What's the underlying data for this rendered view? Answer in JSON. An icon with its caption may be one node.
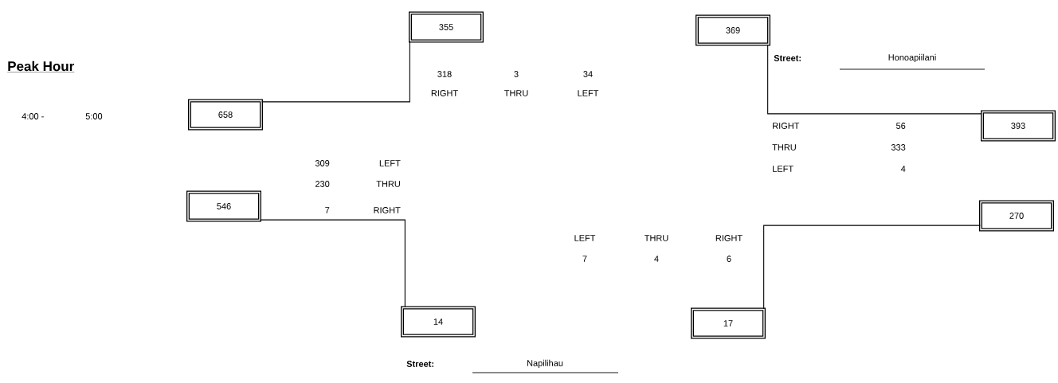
{
  "diagram": {
    "title": "Peak Hour",
    "nodes": [
      {
        "text": [
          "355"
        ]
      },
      {
        "text": [
          "369"
        ]
      },
      {
        "text": [
          "658"
        ]
      },
      {
        "text": [
          "393"
        ]
      },
      {
        "text": [
          "546"
        ]
      },
      {
        "text": [
          "270"
        ]
      },
      {
        "text": [
          "14"
        ]
      },
      {
        "text": [
          "17"
        ]
      }
    ],
    "edges": [
      {
        "from": 0,
        "to": 2,
        "arrow": "none"
      },
      {
        "from": 1,
        "to": 3,
        "arrow": "none"
      },
      {
        "from": 4,
        "to": 6,
        "arrow": "none"
      },
      {
        "from": 5,
        "to": 7,
        "arrow": "none"
      }
    ],
    "labels": [
      "4:00 -",
      "5:00",
      "318",
      "3",
      "34",
      "RIGHT",
      "THRU",
      "LEFT",
      "Street:",
      "Honoapiilani",
      "RIGHT",
      "56",
      "THRU",
      "333",
      "LEFT",
      "4",
      "309",
      "LEFT",
      "230",
      "THRU",
      "7",
      "RIGHT",
      "LEFT",
      "THRU",
      "RIGHT",
      "7",
      "4",
      "6",
      "Street:",
      "Napilihau"
    ]
  }
}
